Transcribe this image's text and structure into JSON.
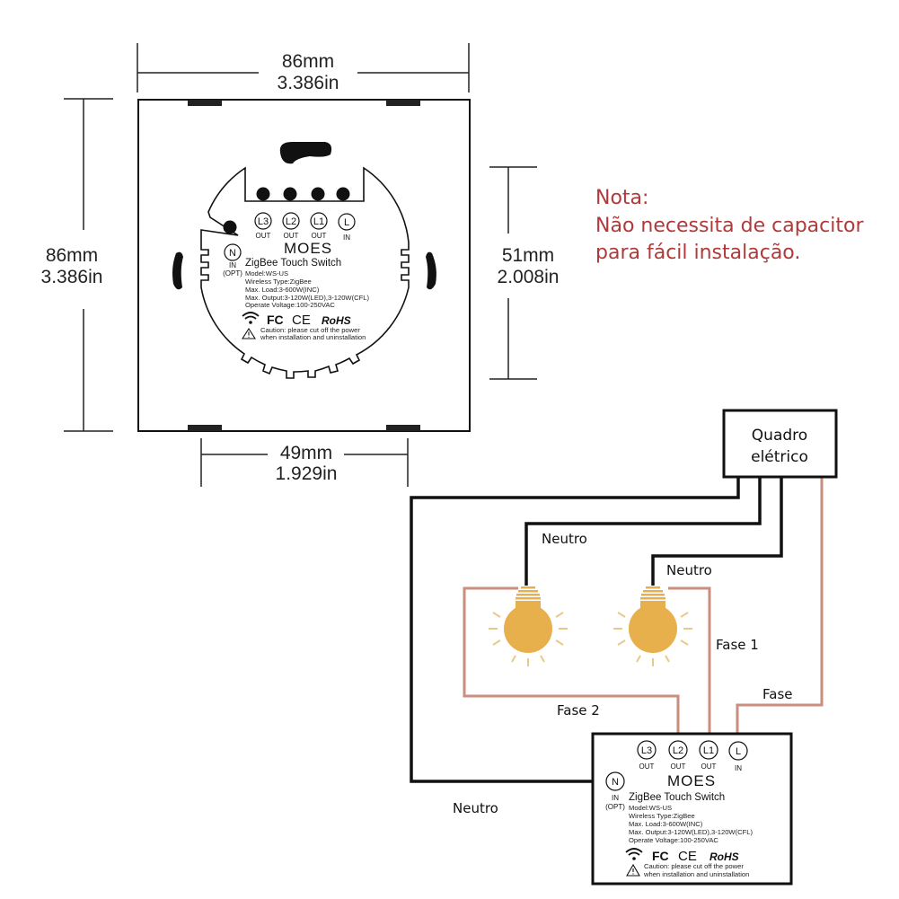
{
  "dimensions": {
    "top_width": {
      "mm": "86mm",
      "in": "3.386in"
    },
    "left_height": {
      "mm": "86mm",
      "in": "3.386in"
    },
    "module_height": {
      "mm": "51mm",
      "in": "2.008in"
    },
    "module_width": {
      "mm": "49mm",
      "in": "1.929in"
    }
  },
  "note": {
    "title": "Nota:",
    "line1": "Não necessita de capacitor",
    "line2": "para fácil instalação.",
    "color": "#b03a3a"
  },
  "device": {
    "brand": "MOES",
    "product": "ZigBee Touch Switch",
    "specs": [
      "Model:WS-US",
      "Wireless Type:ZigBee",
      "Max. Load:3-600W(INC)",
      "Max. Output:3-120W(LED),3-120W(CFL)",
      "Operate Voltage:100-250VAC"
    ],
    "certs": {
      "fc": "FC",
      "ce": "CE",
      "rohs": "RoHS"
    },
    "caution_line1": "Caution: please cut off the power",
    "caution_line2": "when installation and uninstallation",
    "terminals": [
      {
        "id": "L3",
        "sub": "OUT"
      },
      {
        "id": "L2",
        "sub": "OUT"
      },
      {
        "id": "L1",
        "sub": "OUT"
      },
      {
        "id": "L",
        "sub": "IN"
      }
    ],
    "neutral_terminal": {
      "id": "N",
      "sub1": "IN",
      "sub2": "(OPT)"
    },
    "icons": [
      "wifi-icon",
      "fcc-icon",
      "ce-icon",
      "rohs-icon",
      "warning-icon"
    ]
  },
  "wiring": {
    "panel_line1": "Quadro",
    "panel_line2": "elétrico",
    "labels": {
      "neutro_bulb1": "Neutro",
      "neutro_bulb2": "Neutro",
      "fase1": "Fase 1",
      "fase2": "Fase 2",
      "fase": "Fase",
      "neutro_switch": "Neutro"
    },
    "colors": {
      "neutral_wire": "#111111",
      "phase_wire": "#c98e7e",
      "bulb": "#e8b04d"
    }
  }
}
